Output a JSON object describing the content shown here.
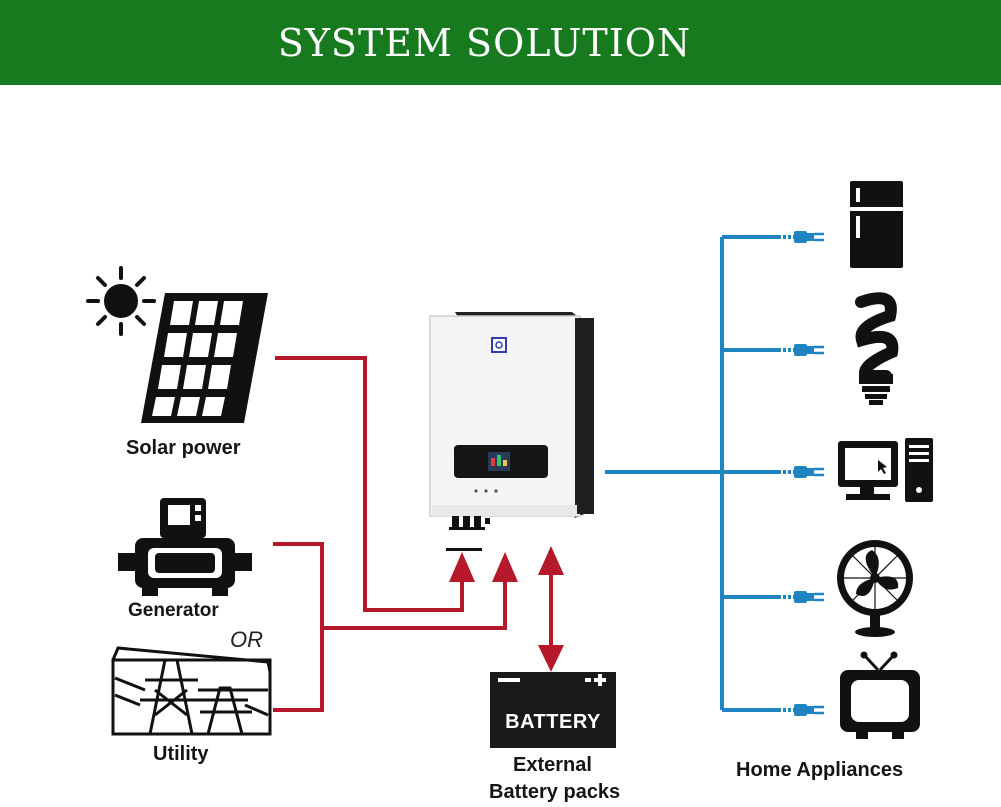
{
  "header": {
    "title": "SYSTEM SOLUTION",
    "background": "#187a1f"
  },
  "labels": {
    "solar": "Solar power",
    "generator": "Generator",
    "or": "OR",
    "utility": "Utility",
    "battery_box": "BATTERY",
    "battery_caption_line1": "External",
    "battery_caption_line2": "Battery packs",
    "appliances": "Home Appliances"
  },
  "colors": {
    "input_line": "#b5182a",
    "output_line": "#1e84c2",
    "icon": "#111111",
    "inverter_body": "#f4f4f4"
  },
  "icons": [
    "sun-icon",
    "solar-panel-icon",
    "generator-icon",
    "utility-tower-icon",
    "inverter-icon",
    "battery-icon",
    "fridge-icon",
    "bulb-icon",
    "computer-icon",
    "fan-icon",
    "tv-icon",
    "plug-icon"
  ]
}
